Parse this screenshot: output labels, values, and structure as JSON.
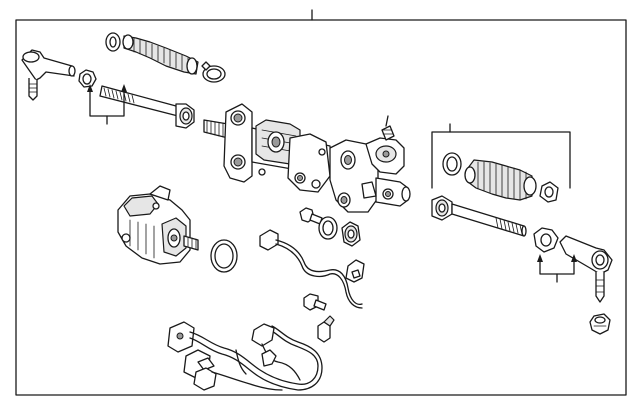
{
  "diagram": {
    "title": "",
    "parts": [
      {
        "name": "steering-gear-assembly",
        "icon": "steering-rack-gear"
      },
      {
        "name": "outer-tie-rod-left",
        "icon": "tie-rod-end"
      },
      {
        "name": "jam-nut-left",
        "icon": "hex-nut"
      },
      {
        "name": "inner-tie-rod-left",
        "icon": "threaded-rod"
      },
      {
        "name": "boot-kit-left",
        "icon": "bellows-boot"
      },
      {
        "name": "boot-clamp-left",
        "icon": "hose-clamp"
      },
      {
        "name": "boot-kit-right",
        "icon": "bellows-boot"
      },
      {
        "name": "inner-tie-rod-right",
        "icon": "threaded-rod"
      },
      {
        "name": "jam-nut-right",
        "icon": "hex-nut"
      },
      {
        "name": "outer-tie-rod-right",
        "icon": "tie-rod-end"
      },
      {
        "name": "tie-rod-nut",
        "icon": "flange-nut"
      },
      {
        "name": "electric-motor",
        "icon": "motor"
      },
      {
        "name": "motor-o-ring",
        "icon": "o-ring"
      },
      {
        "name": "sensor-harness",
        "icon": "wire-harness"
      },
      {
        "name": "main-wiring-harness",
        "icon": "wire-harness"
      },
      {
        "name": "mounting-bolt",
        "icon": "bolt"
      },
      {
        "name": "port-seal",
        "icon": "o-ring"
      },
      {
        "name": "adjuster-plug",
        "icon": "plug"
      }
    ]
  }
}
